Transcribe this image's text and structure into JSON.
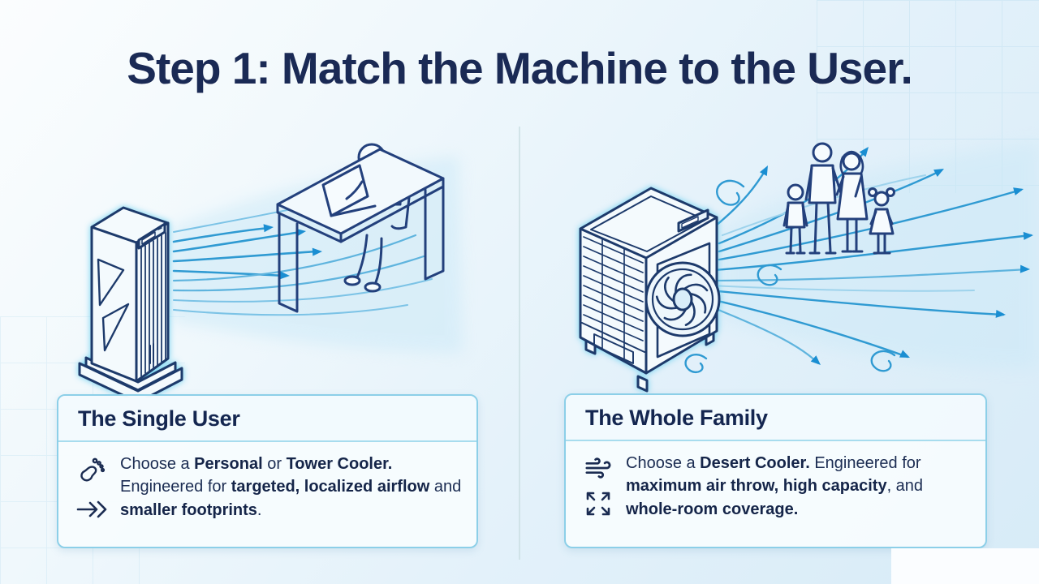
{
  "title": "Step 1: Match the Machine to the User.",
  "colors": {
    "title_navy": "#1a2a55",
    "text_navy": "#1b2c52",
    "line_art_navy": "#23407c",
    "airflow_blue": "#2f9ad2",
    "airflow_arrowhead": "#1a8ed2",
    "cooler_glow_cyan": "#7fd2ee",
    "card_border": "#8ccfe8",
    "card_background": "#f7fcfe",
    "page_background": "#e3f1fa"
  },
  "panels": {
    "left": {
      "card_title": "The Single User",
      "icons": [
        "footprint-icon",
        "double-arrow-right-icon"
      ],
      "body_segments": [
        {
          "t": "Choose a ",
          "b": false
        },
        {
          "t": "Personal",
          "b": true
        },
        {
          "t": " or ",
          "b": false
        },
        {
          "t": "Tower Cooler.",
          "b": true
        },
        {
          "t": " Engineered for ",
          "b": false
        },
        {
          "t": "targeted, localized airflow",
          "b": true
        },
        {
          "t": " and ",
          "b": false
        },
        {
          "t": "smaller footprints",
          "b": true
        },
        {
          "t": ".",
          "b": false
        }
      ]
    },
    "right": {
      "card_title": "The Whole Family",
      "icons": [
        "wind-icon",
        "expand-arrows-icon"
      ],
      "body_segments": [
        {
          "t": "Choose a ",
          "b": false
        },
        {
          "t": "Desert Cooler.",
          "b": true
        },
        {
          "t": " Engineered for ",
          "b": false
        },
        {
          "t": "maximum air throw, high capacity",
          "b": true
        },
        {
          "t": ", and ",
          "b": false
        },
        {
          "t": "whole-room coverage.",
          "b": true
        }
      ]
    }
  }
}
